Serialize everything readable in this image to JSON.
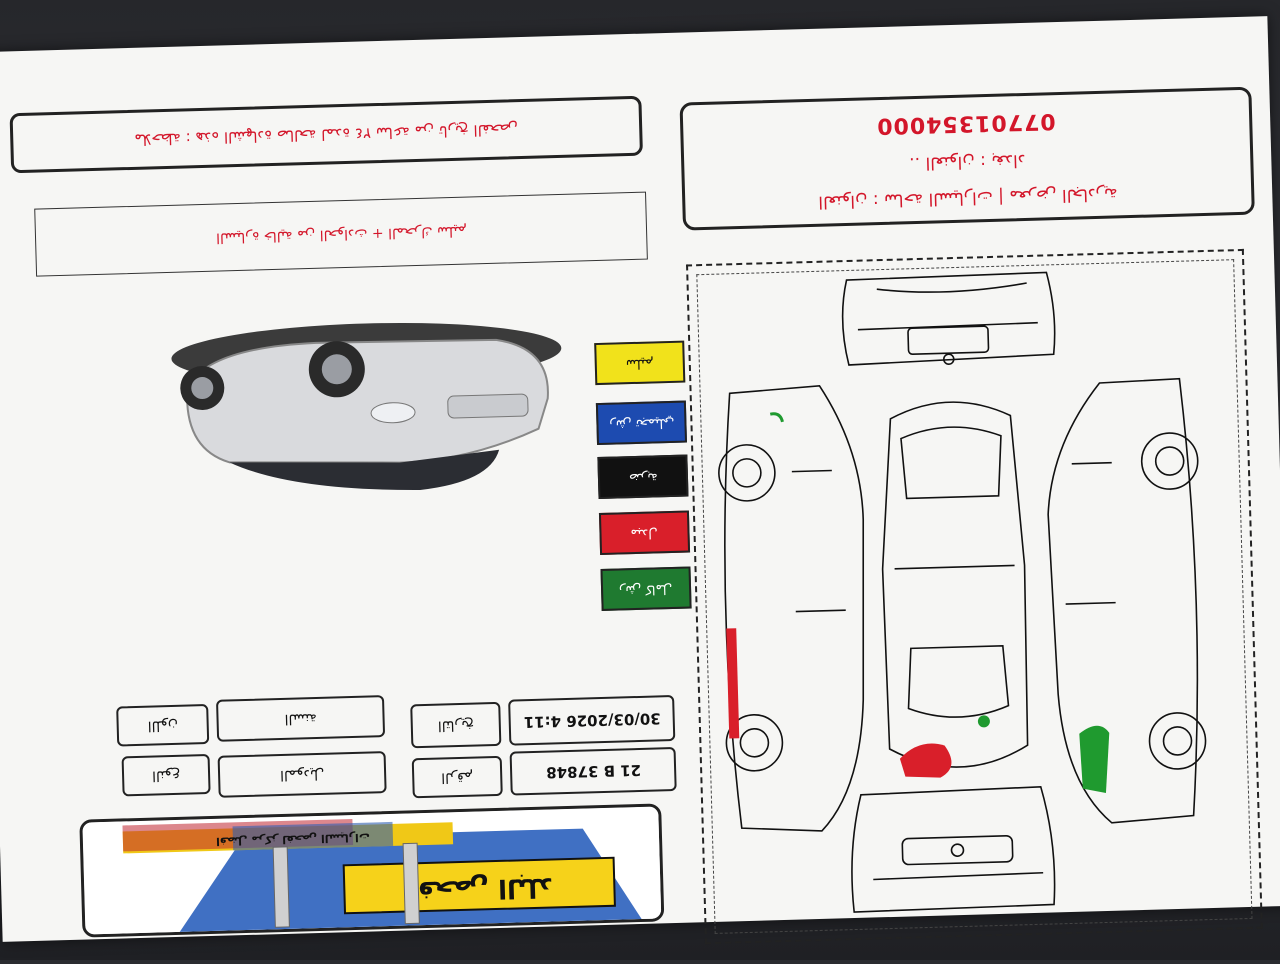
{
  "document": {
    "header_note": "ﻣﻼﺣﻈﺔ : ﻫﺬﻩ ﺍﻟﺸﻬﺎﺩﺓ ﺻﺎﻟﺤﺔ ﻟﻤﺪﺓ ٢٤ ﺳﺎﻋﺔ ﻣﻦ ﺗﺎﺭﻳﺦ ﺍﻟﻔﺤﺺ",
    "sub_note": "ﺍﻟﺴﻴﺎﺭﺓ ﺧﺎﻟﻴﺔ ﻣﻦ ﺍﻟﺤﻮﺍﺩﺙ + ﺍﻟﻤﺤﺮﻙ ﺳﻠﻴﻢ",
    "phone": "07701354000",
    "contact_line1": "ﺍﻟﻌﻨﻮﺍﻥ : ﺑﻐﺪﺍﺩ ..",
    "contact_line2": "ﺍﻟﻌﻨﻮﺍﻥ : ﺳﺎﺣﺔ ﺍﻟﺴﻴﺎﺭﺍﺕ | ﻣﻌﺮﺽ ﺍﻟﺠﺎﺩﺭﻳﺔ"
  },
  "legend": [
    {
      "label": "ﺳﻠﻴﻢ",
      "bg": "#f1e21b",
      "fg": "#111111"
    },
    {
      "label": "ﺭﺵ ﺗﺠﻤﻴﻠﻲ",
      "bg": "#1d4bb0",
      "fg": "#ffffff"
    },
    {
      "label": "ﺿﺮﺑﺔ",
      "bg": "#111111",
      "fg": "#ffffff"
    },
    {
      "label": "ﻣﺒﺪﻝ",
      "bg": "#d91f2a",
      "fg": "#ffffff"
    },
    {
      "label": "ﺭﺵ ﻛﺎﻣﻞ",
      "bg": "#1f7a30",
      "fg": "#ffffff"
    }
  ],
  "fields": {
    "date_value": "30/03/2026 4:11",
    "date_label": "ﺍﻟﺘﺎﺭﻳﺦ",
    "plate_value": "21 B 37848",
    "plate_label": "ﺍﻟﺮﻗﻢ",
    "brand_label": "ﺍﻟﻤﻮﺩﻳﻞ",
    "brand_value_label": "ﺍﻟﻨﻮﻉ",
    "model_label": "ﺍﻟﺴﻨﺔ",
    "type_label": "ﺍﻟﻠﻮﻥ"
  },
  "logo": {
    "name": "ﻓﺤﺺ ﺍﻟﺒﻠﺪ",
    "tagline": "ﺍﻓﻀﻞ ﻣﺮﻛﺰ ﻟﻔﺤﺺ ﺍﻟﺴﻴﺎﺭﺍﺕ"
  },
  "colors": {
    "red_text": "#d3162a",
    "paint_red": "#d91f2a",
    "paint_green": "#1f9a2f"
  }
}
